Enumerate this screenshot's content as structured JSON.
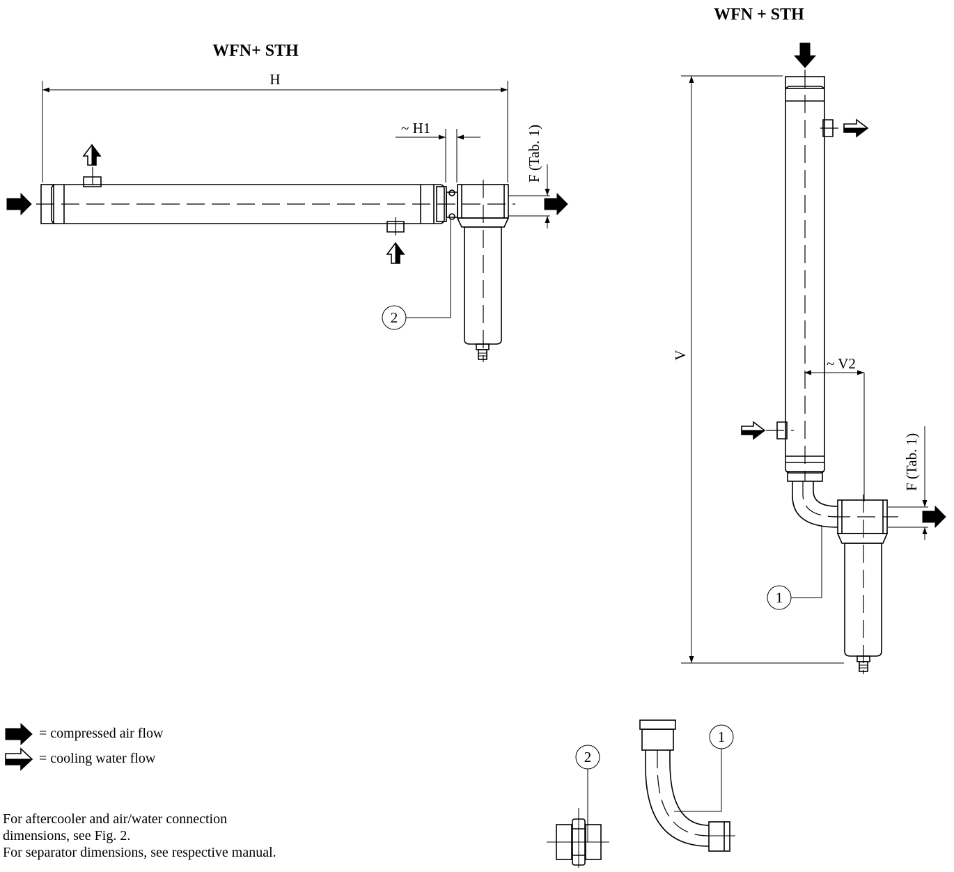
{
  "diagrams": {
    "horizontal": {
      "title": "WFN+ STH",
      "dim_h": "H",
      "dim_h1": "~ H1",
      "dim_f": "F (Tab. 1)",
      "callout": "2"
    },
    "vertical": {
      "title": "WFN + STH",
      "dim_v": "V",
      "dim_v2": "~ V2",
      "dim_f": "F (Tab. 1)",
      "callout": "1"
    },
    "parts": {
      "callout_nipple": "2",
      "callout_elbow": "1"
    }
  },
  "legend": {
    "compressed_air": "= compressed air flow",
    "cooling_water": "= cooling water flow"
  },
  "notes": {
    "line1": "For aftercooler and air/water connection",
    "line2": "dimensions, see Fig. 2.",
    "line3": "For separator dimensions, see respective manual."
  }
}
